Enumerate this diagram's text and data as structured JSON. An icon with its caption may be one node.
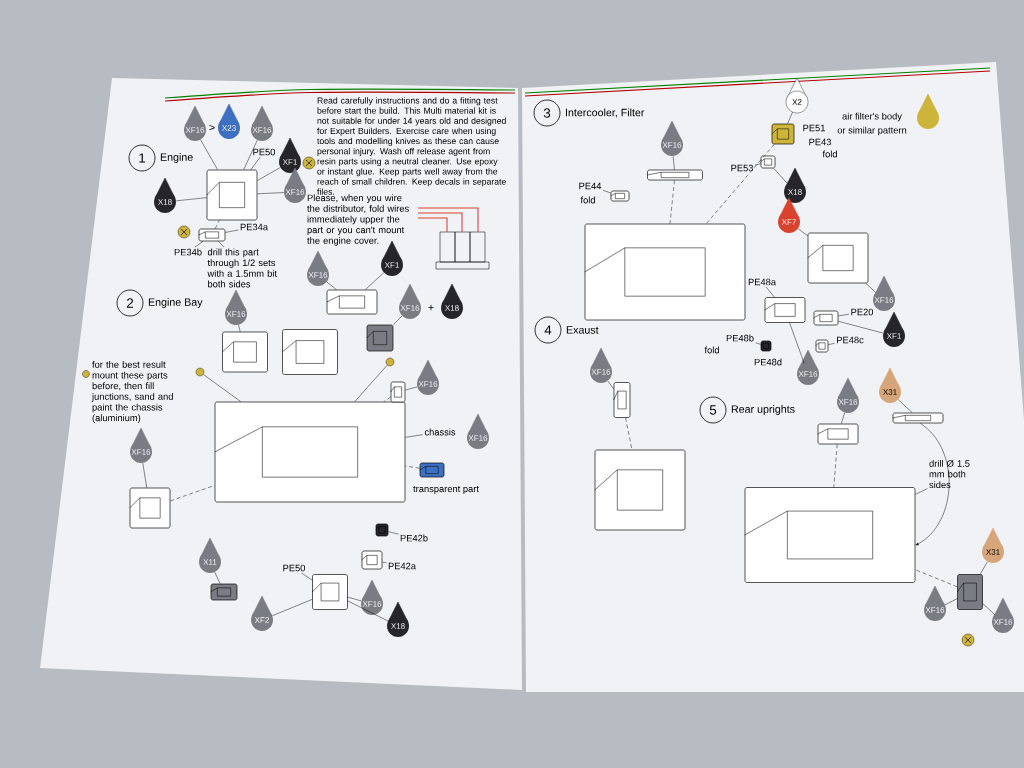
{
  "diagram": {
    "nodes": [
      {
        "text": [
          "1"
        ],
        "beside": [
          "Engine"
        ]
      },
      {
        "text": [
          "XF16"
        ]
      },
      {
        "text": [
          "X23"
        ]
      },
      {
        "text": [
          "XF16"
        ]
      },
      {
        "text": [],
        "shape": "picture"
      },
      {
        "text": [
          "PE50"
        ]
      },
      {
        "text": [
          "XF1"
        ]
      },
      {
        "text": [
          "XF16"
        ]
      },
      {
        "text": [
          "X18"
        ]
      },
      {
        "text": [],
        "shape": "picture"
      },
      {
        "text": [
          "PE34a"
        ]
      },
      {
        "text": [
          "PE34b"
        ]
      },
      {
        "text": [
          "drill this part through 1/2 sets with a 1.5mm bit both sides"
        ]
      },
      {
        "text": [
          "XF1"
        ]
      },
      {
        "text": [
          "XF16"
        ]
      },
      {
        "text": [],
        "shape": "picture"
      },
      {
        "text": [
          "XF16"
        ]
      },
      {
        "text": [
          "X18"
        ]
      },
      {
        "text": [],
        "shape": "picture"
      },
      {
        "text": [
          "2"
        ],
        "beside": [
          "Engine Bay"
        ]
      },
      {
        "text": [
          "XF16"
        ]
      },
      {
        "text": [],
        "shape": "picture"
      },
      {
        "text": [],
        "shape": "picture"
      },
      {
        "text": [],
        "shape": "circle"
      },
      {
        "text": [],
        "shape": "circle"
      },
      {
        "text": [],
        "shape": "picture"
      },
      {
        "text": [],
        "shape": "picture"
      },
      {
        "text": [
          "XF16"
        ]
      },
      {
        "text": [
          "chassis"
        ]
      },
      {
        "text": [
          "XF16"
        ]
      },
      {
        "text": [],
        "shape": "picture"
      },
      {
        "text": [
          "transparent part"
        ]
      },
      {
        "text": [
          "for the best result mount these parts before, then fill junctions, sand and paint the chassis (aluminium)"
        ]
      },
      {
        "text": [
          "XF16"
        ]
      },
      {
        "text": [],
        "shape": "picture"
      },
      {
        "text": [],
        "shape": "picture"
      },
      {
        "text": [
          "PE42b"
        ]
      },
      {
        "text": [],
        "shape": "picture"
      },
      {
        "text": [
          "PE42a"
        ]
      },
      {
        "text": [
          "PE50"
        ]
      },
      {
        "text": [],
        "shape": "picture"
      },
      {
        "text": [
          "X11"
        ]
      },
      {
        "text": [],
        "shape": "picture"
      },
      {
        "text": [
          "XF2"
        ]
      },
      {
        "text": [
          "XF16"
        ]
      },
      {
        "text": [
          "X18"
        ]
      },
      {
        "text": [
          "3"
        ],
        "beside": [
          "Intercooler, Filter"
        ]
      },
      {
        "text": [
          "XF16"
        ]
      },
      {
        "text": [],
        "shape": "picture"
      },
      {
        "text": [
          "X2"
        ]
      },
      {
        "text": [],
        "shape": "picture"
      },
      {
        "text": [],
        "shape": "picture"
      },
      {
        "text": [
          "PE53"
        ]
      },
      {
        "text": [
          "X18"
        ]
      },
      {
        "text": [
          "air filter's body"
        ]
      },
      {
        "text": [],
        "shape": "drop"
      },
      {
        "text": [
          "PE44"
        ]
      },
      {
        "text": [],
        "shape": "picture"
      },
      {
        "text": [],
        "shape": "picture"
      },
      {
        "text": [
          "XF7"
        ]
      },
      {
        "text": [],
        "shape": "picture"
      },
      {
        "text": [
          "XF16"
        ]
      },
      {
        "text": [
          "PE48a"
        ]
      },
      {
        "text": [],
        "shape": "picture"
      },
      {
        "text": [],
        "shape": "picture"
      },
      {
        "text": [
          "PE20"
        ]
      },
      {
        "text": [
          "XF1"
        ]
      },
      {
        "text": [
          "PE48b"
        ]
      },
      {
        "text": [],
        "shape": "picture"
      },
      {
        "text": [
          "PE48c"
        ]
      },
      {
        "text": [],
        "shape": "picture"
      },
      {
        "text": [
          "XF16"
        ]
      },
      {
        "text": [
          "4"
        ],
        "beside": [
          "Exaust"
        ]
      },
      {
        "text": [
          "XF16"
        ]
      },
      {
        "text": [],
        "shape": "picture"
      },
      {
        "text": [],
        "shape": "picture"
      },
      {
        "text": [
          "5"
        ],
        "beside": [
          "Rear uprights"
        ]
      },
      {
        "text": [
          "XF16"
        ]
      },
      {
        "text": [],
        "shape": "picture"
      },
      {
        "text": [
          "X31"
        ]
      },
      {
        "text": [],
        "shape": "picture"
      },
      {
        "text": [],
        "shape": "picture"
      },
      {
        "text": [
          "drill Ø 1.5 mm both sides"
        ]
      },
      {
        "text": [
          "X31"
        ]
      },
      {
        "text": [],
        "shape": "picture"
      },
      {
        "text": [
          "XF16"
        ]
      },
      {
        "text": [
          "XF16"
        ]
      }
    ],
    "edges": [
      {
        "from": 1,
        "to": 4,
        "arrow": "none"
      },
      {
        "from": 3,
        "to": 4,
        "arrow": "none"
      },
      {
        "from": 5,
        "to": 4,
        "arrow": "none"
      },
      {
        "from": 6,
        "to": 4,
        "arrow": "none"
      },
      {
        "from": 7,
        "to": 4,
        "arrow": "none"
      },
      {
        "from": 8,
        "to": 4,
        "arrow": "none"
      },
      {
        "from": 9,
        "to": 4,
        "arrow": "none",
        "style": "dashed"
      },
      {
        "from": 10,
        "to": 9,
        "arrow": "none"
      },
      {
        "from": 11,
        "to": 9,
        "arrow": "none"
      },
      {
        "from": 12,
        "to": 9,
        "arrow": "none"
      },
      {
        "from": 13,
        "to": 15,
        "arrow": "none"
      },
      {
        "from": 14,
        "to": 15,
        "arrow": "none"
      },
      {
        "from": 16,
        "to": 18,
        "arrow": "none"
      },
      {
        "from": 20,
        "to": 21,
        "arrow": "none"
      },
      {
        "from": 23,
        "to": 25,
        "arrow": "none"
      },
      {
        "from": 24,
        "to": 25,
        "arrow": "none"
      },
      {
        "from": 26,
        "to": 25,
        "arrow": "none",
        "style": "dashed"
      },
      {
        "from": 27,
        "to": 26,
        "arrow": "none"
      },
      {
        "from": 28,
        "to": 25,
        "arrow": "none"
      },
      {
        "from": 30,
        "to": 25,
        "arrow": "none",
        "style": "dashed"
      },
      {
        "from": 33,
        "to": 34,
        "arrow": "none"
      },
      {
        "from": 34,
        "to": 25,
        "arrow": "none",
        "style": "dashed"
      },
      {
        "from": 36,
        "to": 35,
        "arrow": "none"
      },
      {
        "from": 38,
        "to": 37,
        "arrow": "none"
      },
      {
        "from": 39,
        "to": 40,
        "arrow": "none"
      },
      {
        "from": 41,
        "to": 42,
        "arrow": "none"
      },
      {
        "from": 43,
        "to": 40,
        "arrow": "none"
      },
      {
        "from": 44,
        "to": 40,
        "arrow": "none"
      },
      {
        "from": 45,
        "to": 40,
        "arrow": "none"
      },
      {
        "from": 47,
        "to": 48,
        "arrow": "none"
      },
      {
        "from": 48,
        "to": 58,
        "arrow": "none",
        "style": "dashed"
      },
      {
        "from": 49,
        "to": 50,
        "arrow": "none"
      },
      {
        "from": 50,
        "to": 58,
        "arrow": "none",
        "style": "dashed"
      },
      {
        "from": 52,
        "to": 51,
        "arrow": "none"
      },
      {
        "from": 53,
        "to": 51,
        "arrow": "none"
      },
      {
        "from": 56,
        "to": 57,
        "arrow": "none"
      },
      {
        "from": 59,
        "to": 60,
        "arrow": "none"
      },
      {
        "from": 61,
        "to": 60,
        "arrow": "none"
      },
      {
        "from": 62,
        "to": 63,
        "arrow": "none"
      },
      {
        "from": 65,
        "to": 64,
        "arrow": "none"
      },
      {
        "from": 66,
        "to": 64,
        "arrow": "none"
      },
      {
        "from": 67,
        "to": 68,
        "arrow": "none"
      },
      {
        "from": 69,
        "to": 70,
        "arrow": "none"
      },
      {
        "from": 71,
        "to": 63,
        "arrow": "none"
      },
      {
        "from": 73,
        "to": 74,
        "arrow": "none"
      },
      {
        "from": 74,
        "to": 75,
        "arrow": "none",
        "style": "dashed"
      },
      {
        "from": 77,
        "to": 78,
        "arrow": "none"
      },
      {
        "from": 78,
        "to": 81,
        "arrow": "none",
        "style": "dashed"
      },
      {
        "from": 79,
        "to": 80,
        "arrow": "none"
      },
      {
        "from": 80,
        "to": 81,
        "arrow": "to"
      },
      {
        "from": 82,
        "to": 81,
        "arrow": "none"
      },
      {
        "from": 83,
        "to": 84,
        "arrow": "none"
      },
      {
        "from": 85,
        "to": 84,
        "arrow": "none"
      },
      {
        "from": 86,
        "to": 84,
        "arrow": "none"
      },
      {
        "from": 84,
        "to": 81,
        "arrow": "none",
        "style": "dashed"
      }
    ],
    "labels": [
      "Read carefully instructions and do a fitting test before start the build. This Multi material kit is not suitable for under 14 years old and designed for Expert Builders. Exercise care when using tools and modelling knives as these can cause personal injury. Wash off release agent from resin parts using a neutral cleaner. Use epoxy or instant glue. Keep parts well away from the reach of small children. Keep decals in separate files.",
      ">",
      "Please, when you wire the distributor, fold wires immediately upper the part or you can't mount the engine cover.",
      "+",
      "PE51",
      "PE43",
      "fold",
      "or similar pattern",
      "fold",
      "fold",
      "PE48d"
    ]
  }
}
